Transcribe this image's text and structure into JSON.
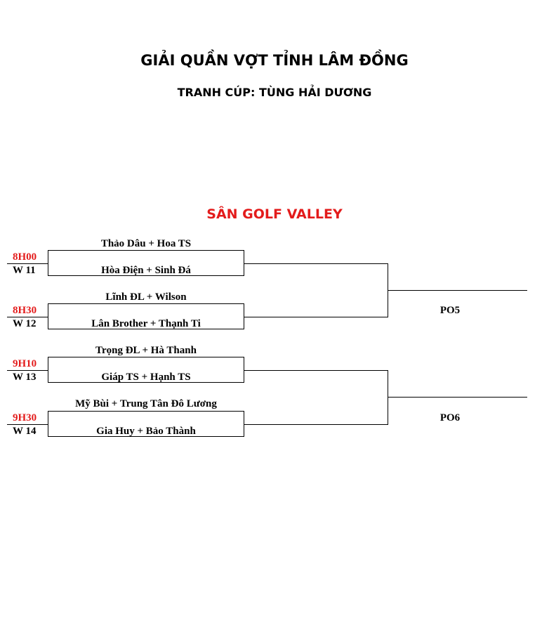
{
  "title": "GIẢI QUẦN VỢT TỈNH LÂM ĐỒNG",
  "subtitle": "TRANH CÚP: TÙNG HẢI DƯƠNG",
  "venue": "SÂN GOLF VALLEY",
  "colors": {
    "accent": "#e31b1b",
    "text": "#000000"
  },
  "matches": [
    {
      "time": "8H00",
      "code": "W 11",
      "team_a": "Thảo Dâu + Hoa TS",
      "team_b": "Hòa Điện + Sinh Đá"
    },
    {
      "time": "8H30",
      "code": "W 12",
      "team_a": "Lĩnh ĐL + Wilson",
      "team_b": "Lân Brother + Thạnh Ti"
    },
    {
      "time": "9H10",
      "code": "W 13",
      "team_a": "Trọng ĐL + Hà Thanh",
      "team_b": "Giáp TS + Hạnh TS"
    },
    {
      "time": "9H30",
      "code": "W 14",
      "team_a": "Mỹ Bùi + Trung Tân Đô Lương",
      "team_b": "Gia Huy + Bảo Thành"
    }
  ],
  "playoffs": [
    "PO5",
    "PO6"
  ]
}
